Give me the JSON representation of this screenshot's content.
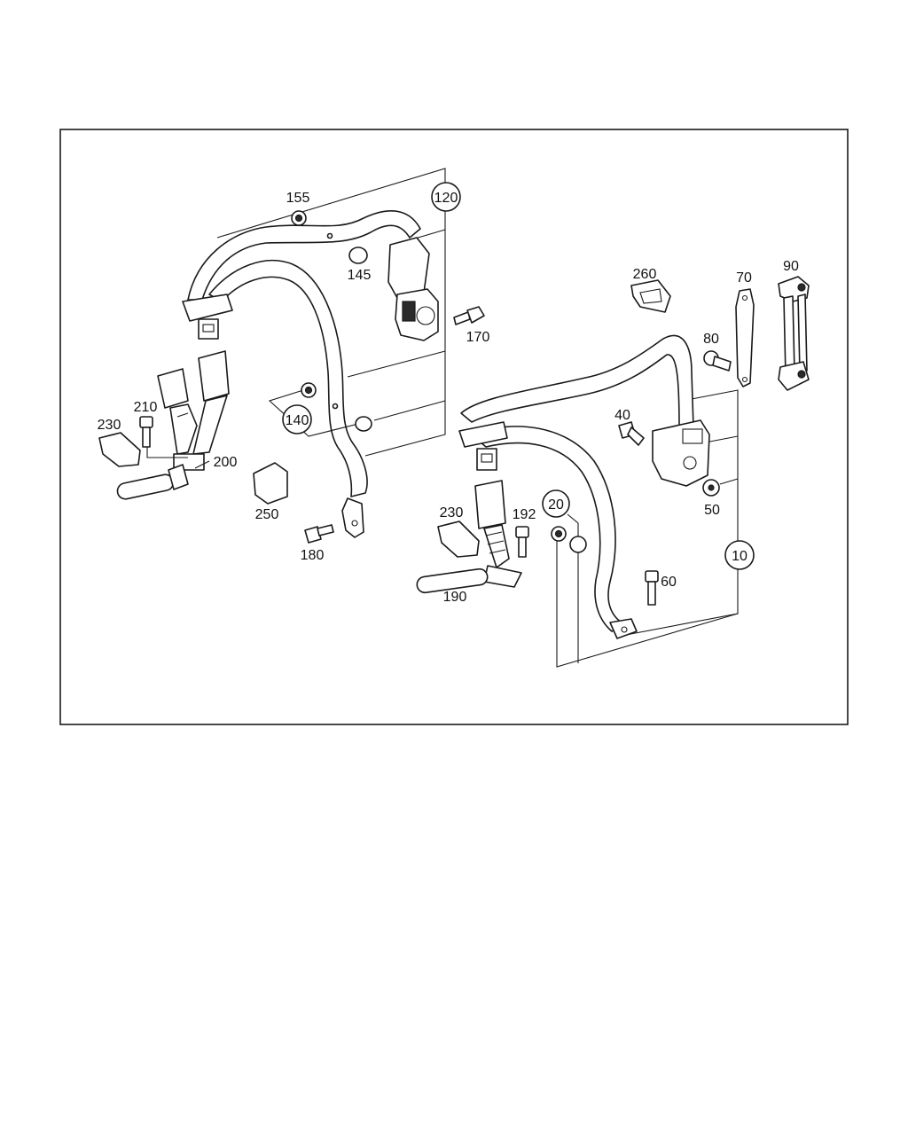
{
  "callouts": {
    "c10": "10",
    "c20": "20",
    "c40": "40",
    "c50": "50",
    "c60": "60",
    "c70": "70",
    "c80": "80",
    "c90": "90",
    "c120": "120",
    "c140": "140",
    "c145": "145",
    "c155": "155",
    "c170": "170",
    "c180": "180",
    "c190": "190",
    "c192": "192",
    "c200": "200",
    "c210": "210",
    "c230a": "230",
    "c230b": "230",
    "c250": "250",
    "c260": "260"
  }
}
